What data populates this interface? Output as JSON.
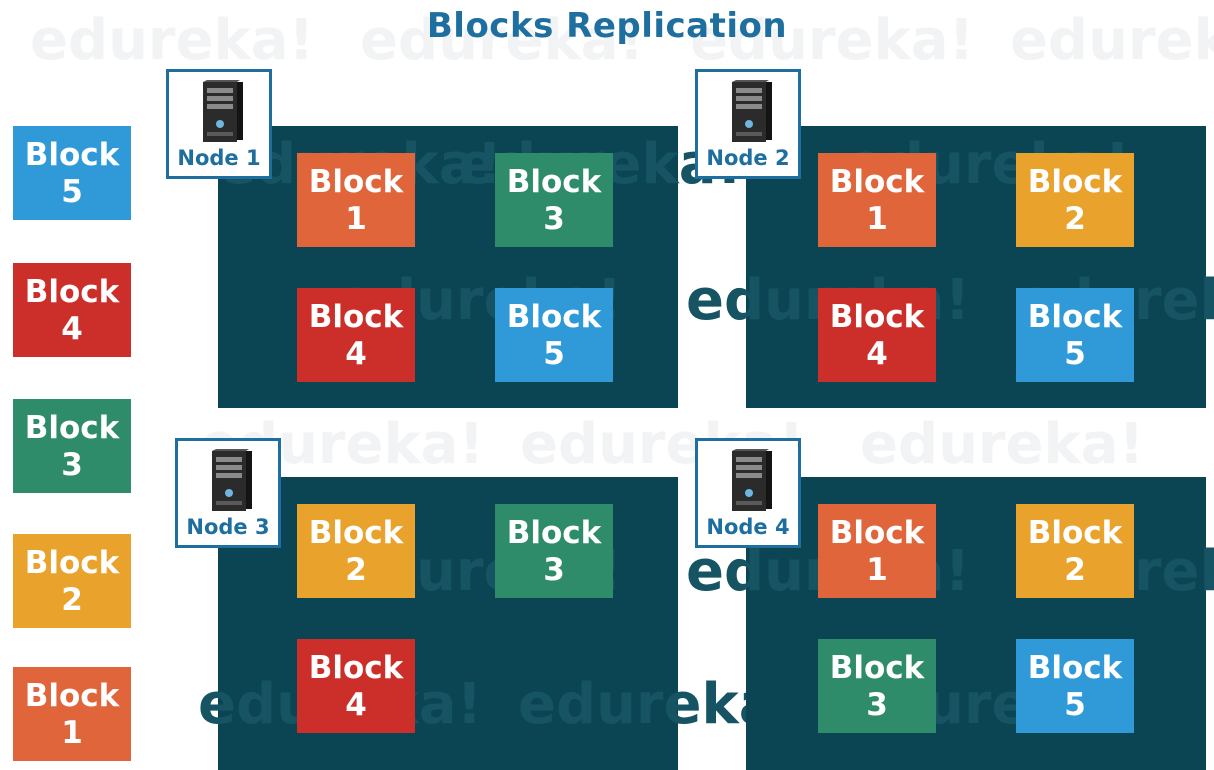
{
  "title": "Blocks Replication",
  "watermark": "edureka!",
  "colors": {
    "block1": "#e0653a",
    "block2": "#e9a22b",
    "block3": "#2f8c6b",
    "block4": "#cc2f2a",
    "block5": "#2f9ad7",
    "panel": "#0b4452",
    "accent": "#1e6f9f"
  },
  "block_word": "Block",
  "source_blocks": [
    {
      "number": "5"
    },
    {
      "number": "4"
    },
    {
      "number": "3"
    },
    {
      "number": "2"
    },
    {
      "number": "1"
    }
  ],
  "nodes": [
    {
      "name": "Node 1",
      "blocks": [
        {
          "number": "1"
        },
        {
          "number": "3"
        },
        {
          "number": "4"
        },
        {
          "number": "5"
        }
      ]
    },
    {
      "name": "Node 2",
      "blocks": [
        {
          "number": "1"
        },
        {
          "number": "2"
        },
        {
          "number": "4"
        },
        {
          "number": "5"
        }
      ]
    },
    {
      "name": "Node 3",
      "blocks": [
        {
          "number": "2"
        },
        {
          "number": "3"
        },
        {
          "number": "4"
        }
      ]
    },
    {
      "name": "Node 4",
      "blocks": [
        {
          "number": "1"
        },
        {
          "number": "2"
        },
        {
          "number": "3"
        },
        {
          "number": "5"
        }
      ]
    }
  ]
}
